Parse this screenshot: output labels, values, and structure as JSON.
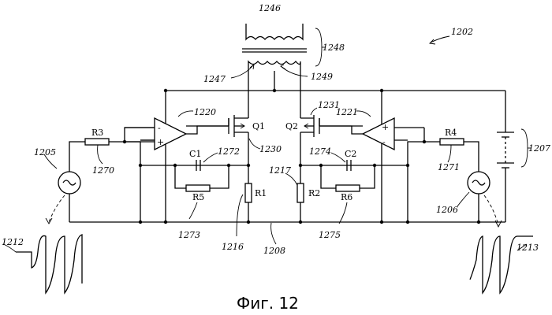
{
  "figure": {
    "caption": "Фиг. 12",
    "figure_ref": "1202"
  },
  "transformer": {
    "ref": "1246",
    "assembly_ref": "1248",
    "left_arrow_ref": "1247",
    "right_arrow_ref": "1249"
  },
  "battery": {
    "ref": "1207"
  },
  "ground_bus": {
    "ref": "1208"
  },
  "sources": {
    "left": {
      "ref": "1205",
      "waveform_ref": "1212"
    },
    "right": {
      "ref": "1206",
      "waveform_ref": "1213"
    }
  },
  "opamps": {
    "left": {
      "ref": "1220",
      "plus": "+",
      "minus": "-"
    },
    "right": {
      "ref": "1221",
      "plus": "+",
      "minus": "-"
    }
  },
  "transistors": {
    "left": {
      "label": "Q1",
      "ref": "1230"
    },
    "right": {
      "label": "Q2",
      "ref": "1231"
    }
  },
  "resistors": {
    "r1": {
      "label": "R1",
      "ref": "1216"
    },
    "r2": {
      "label": "R2",
      "ref": "1217"
    },
    "r3": {
      "label": "R3",
      "ref": "1270"
    },
    "r4": {
      "label": "R4",
      "ref": "1271"
    },
    "r5": {
      "label": "R5",
      "ref": "1273"
    },
    "r6": {
      "label": "R6",
      "ref": "1275"
    }
  },
  "capacitors": {
    "c1": {
      "label": "C1",
      "ref": "1272"
    },
    "c2": {
      "label": "C2",
      "ref": "1274"
    }
  }
}
